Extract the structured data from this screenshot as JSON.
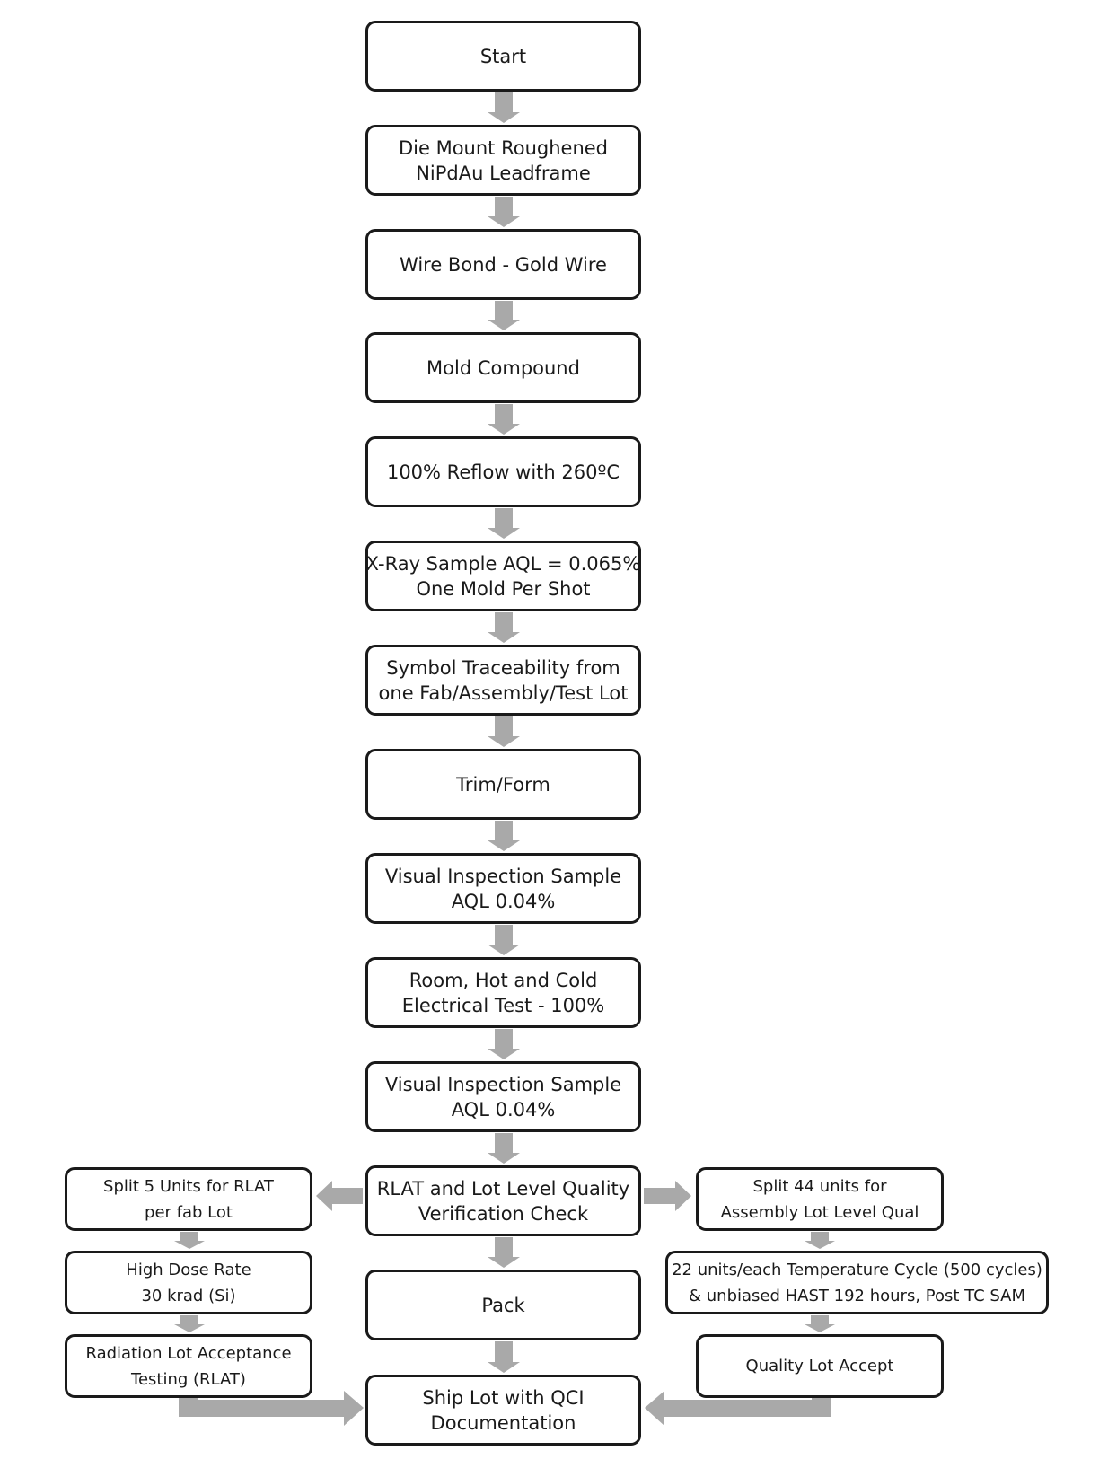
{
  "flowchart": {
    "main_steps": [
      {
        "lines": [
          "Start"
        ]
      },
      {
        "lines": [
          "Die Mount Roughened",
          "NiPdAu Leadframe"
        ]
      },
      {
        "lines": [
          "Wire Bond - Gold Wire"
        ]
      },
      {
        "lines": [
          "Mold Compound"
        ]
      },
      {
        "lines": [
          "100% Reflow with 260ºC"
        ]
      },
      {
        "lines": [
          "X-Ray Sample AQL = 0.065%",
          "One Mold Per Shot"
        ]
      },
      {
        "lines": [
          "Symbol Traceability from",
          "one Fab/Assembly/Test Lot"
        ]
      },
      {
        "lines": [
          "Trim/Form"
        ]
      },
      {
        "lines": [
          "Visual Inspection Sample",
          "AQL 0.04%"
        ]
      },
      {
        "lines": [
          "Room, Hot and Cold",
          "Electrical Test - 100%"
        ]
      },
      {
        "lines": [
          "Visual Inspection Sample",
          "AQL 0.04%"
        ]
      },
      {
        "lines": [
          "RLAT and Lot Level Quality",
          "Verification Check"
        ]
      },
      {
        "lines": [
          "Pack"
        ]
      },
      {
        "lines": [
          "Ship Lot with QCI",
          "Documentation"
        ]
      }
    ],
    "left_branch": [
      {
        "lines": [
          "Split 5 Units for RLAT",
          "per fab Lot"
        ]
      },
      {
        "lines": [
          "High Dose Rate",
          "30 krad (Si)"
        ]
      },
      {
        "lines": [
          "Radiation Lot Acceptance",
          "Testing (RLAT)"
        ]
      }
    ],
    "right_branch": [
      {
        "lines": [
          "Split 44 units for",
          "Assembly Lot Level Qual"
        ]
      },
      {
        "lines": [
          "22 units/each Temperature Cycle (500 cycles)",
          "& unbiased HAST 192 hours, Post TC SAM"
        ]
      },
      {
        "lines": [
          "Quality Lot Accept"
        ]
      }
    ]
  },
  "colors": {
    "arrow": "#a9a9a9",
    "border": "#1a1a1a",
    "text": "#1a1a1a"
  }
}
